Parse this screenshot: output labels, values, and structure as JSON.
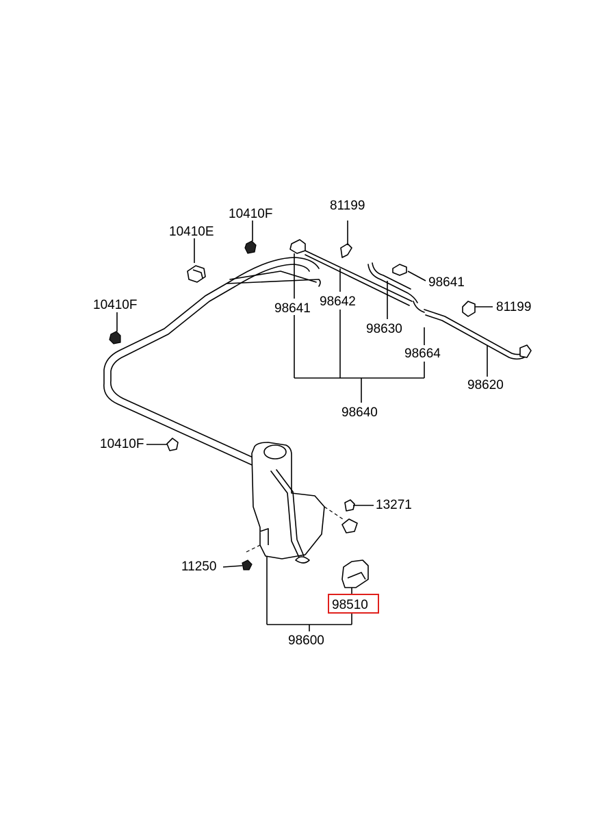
{
  "labels": {
    "p10410F_top": "10410F",
    "p10410E": "10410E",
    "p81199_top": "81199",
    "p10410F_left": "10410F",
    "p98641_left": "98641",
    "p98642": "98642",
    "p98641_right": "98641",
    "p81199_right": "81199",
    "p98630": "98630",
    "p98664": "98664",
    "p98620": "98620",
    "p98640": "98640",
    "p10410F_bottom": "10410F",
    "p13271": "13271",
    "p11250": "11250",
    "p98510": "98510",
    "p98600": "98600"
  },
  "highlight": {
    "part": "98510",
    "color": "#e0201c"
  }
}
